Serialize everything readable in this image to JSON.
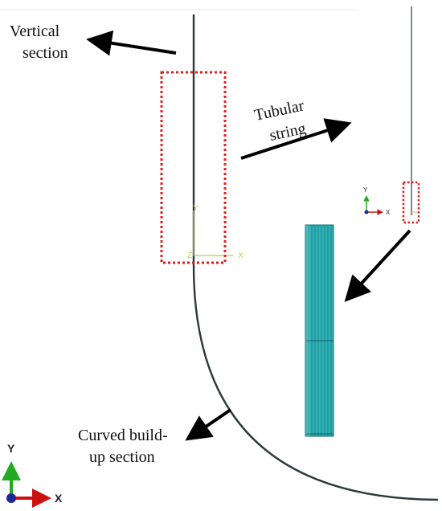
{
  "labels": {
    "vertical_line1": "Vertical",
    "vertical_line2": "section",
    "tubular_line1": "Tubular",
    "tubular_line2": "string",
    "curved_line1": "Curved build-",
    "curved_line2": "up section"
  },
  "axes": {
    "main_x": "X",
    "main_y": "Y",
    "main_z": "Z",
    "inset_x": "X",
    "inset_y": "Y",
    "triad_x": "X",
    "triad_y": "Y"
  },
  "colors": {
    "string_line": "#2a3a3a",
    "callout_box": "#e02020",
    "yellow_axis": "#c8c85a",
    "tube_fill": "#2fb3b8",
    "tube_line": "#0f6f74",
    "triad_x": "#cc1111",
    "triad_y": "#22aa22",
    "triad_z": "#1a2a99"
  }
}
